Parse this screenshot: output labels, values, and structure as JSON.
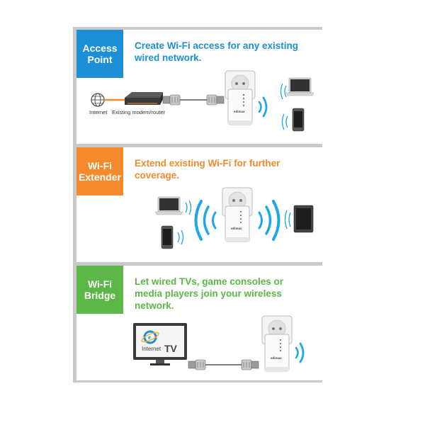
{
  "colors": {
    "access_point": "#1d8fd6",
    "extender": "#f48a2b",
    "bridge": "#5bb846",
    "signal": "#1da7e8",
    "frame": "#c9c9c9"
  },
  "access_point": {
    "badge": "Access\nPoint",
    "headline": "Create Wi-Fi access for any existing wired network.",
    "internet_label": "Internet",
    "modem_label": "Existing modem/router",
    "device_brand": "edimax"
  },
  "extender": {
    "badge": "Wi-Fi\nExtender",
    "headline": "Extend existing Wi-Fi for further coverage.",
    "device_brand": "edimax"
  },
  "bridge": {
    "badge": "Wi-Fi\nBridge",
    "headline": "Let wired TVs, game consoles or media players join your wireless network.",
    "tv_label_internet": "Internet",
    "tv_label_tv": "TV",
    "device_brand": "edimax"
  },
  "icons": [
    "globe-icon",
    "modem-icon",
    "ethernet-plug-icon",
    "wifi-extender-icon",
    "laptop-icon",
    "smartphone-icon",
    "tablet-icon",
    "wifi-signal-icon",
    "internet-tv-icon"
  ]
}
